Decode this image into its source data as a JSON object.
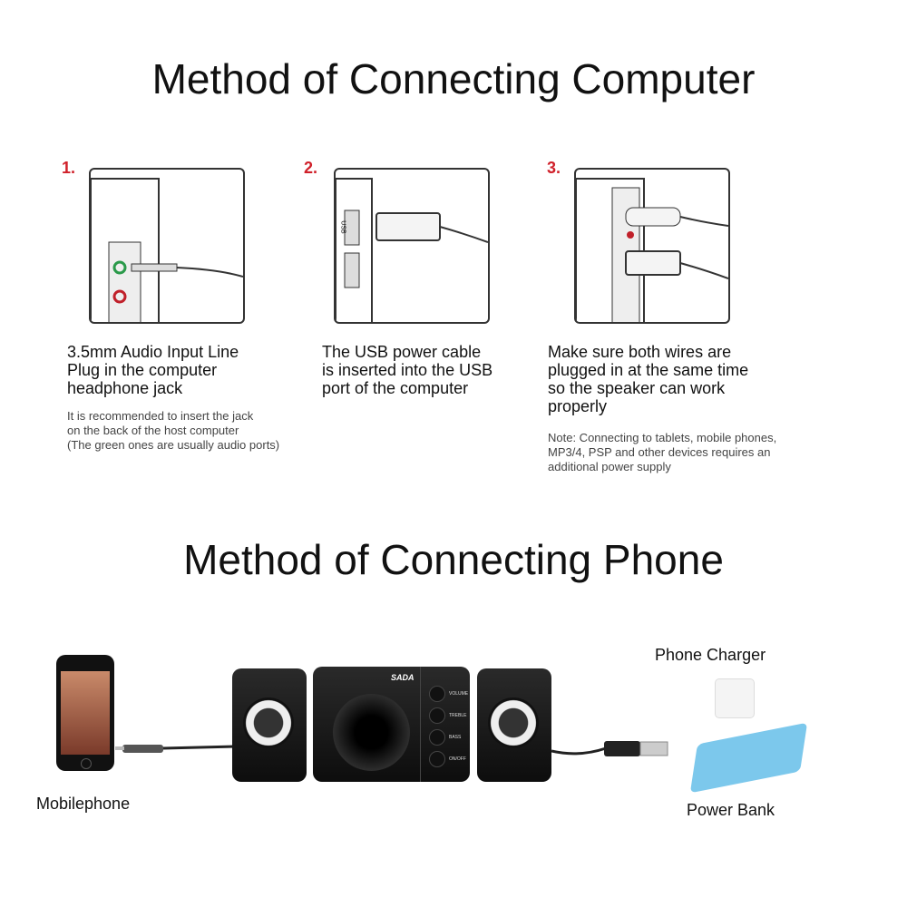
{
  "computer": {
    "title": "Method of Connecting Computer",
    "steps": [
      {
        "number": "1.",
        "text_lines": [
          "3.5mm Audio Input Line",
          "Plug in the computer",
          "headphone jack"
        ],
        "note_lines": [
          "It is recommended to insert the jack",
          "on the back of the host computer",
          "(The green ones are usually audio ports)"
        ]
      },
      {
        "number": "2.",
        "text_lines": [
          "The USB power cable",
          "is inserted into the USB",
          "port of the computer"
        ],
        "note_lines": []
      },
      {
        "number": "3.",
        "text_lines": [
          "Make sure both wires are",
          "plugged in at the same time",
          "so the speaker can work",
          "properly"
        ],
        "note_lines": [
          "Note: Connecting to tablets, mobile phones,",
          "MP3/4, PSP and other devices requires an",
          "additional power supply"
        ]
      }
    ],
    "port_label": "USB"
  },
  "phone": {
    "title": "Method of Connecting Phone",
    "mobile_label": "Mobilephone",
    "charger_label": "Phone Charger",
    "powerbank_label": "Power Bank",
    "brand_logo": "SADA",
    "knobs": [
      "VOLUME",
      "TREBLE",
      "BASS",
      "ON/OFF"
    ]
  },
  "colors": {
    "step_number": "#d0202a",
    "audio_port": "#2a9a4a",
    "mic_port": "#c0202a",
    "powerbank": "#7cc8ec"
  }
}
